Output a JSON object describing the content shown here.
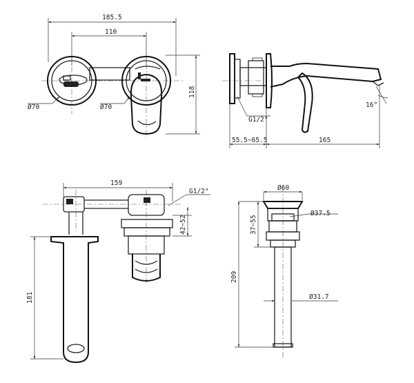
{
  "front_view": {
    "width_total": "185.5",
    "center_distance": "110",
    "height": "118",
    "left_diameter": "Ø70",
    "right_diameter": "Ø70"
  },
  "side_view": {
    "thread": "G1/2\"",
    "wall_depth": "55.5~65.5",
    "spout_length": "165",
    "angle": "16°"
  },
  "top_view": {
    "length": "159",
    "thread": "G1/2\"",
    "depth": "42~52",
    "height": "181"
  },
  "drain_view": {
    "top_diameter": "Ø60",
    "inner_diameter": "Ø37.5",
    "tube_diameter": "Ø31.7",
    "thickness_range": "37~55",
    "total_length": "209"
  }
}
